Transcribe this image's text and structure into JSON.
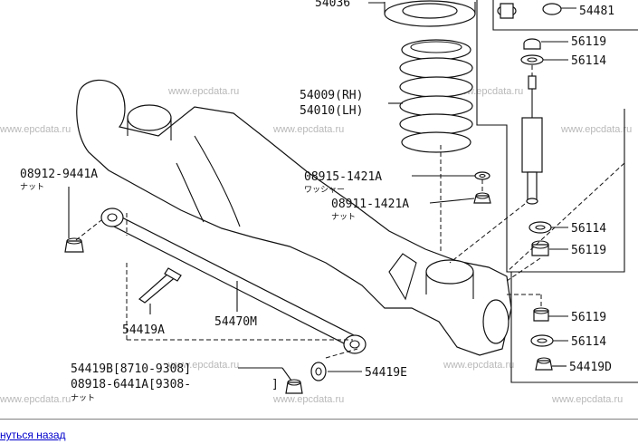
{
  "watermark": "www.epcdata.ru",
  "labels": {
    "p54036": "54036",
    "p54481": "54481",
    "p56119_a": "56119",
    "p56114_a": "56114",
    "p54009": "54009(RH)",
    "p54010": "54010(LH)",
    "p08915": "08915-1421A",
    "p08915_sub": "ワッシャー",
    "p08911": "08911-1421A",
    "p08911_sub": "ナット",
    "p08912": "08912-9441A",
    "p08912_sub": "ナット",
    "p56114_b": "56114",
    "p56119_b": "56119",
    "p56119_c": "56119",
    "p56114_c": "56114",
    "p54419A": "54419A",
    "p54470M": "54470M",
    "p54419B": "54419B[8710-9308]",
    "p08918": "08918-6441A[9308-",
    "p08918_close": "]",
    "p08918_sub": "ナット",
    "p54419E": "54419E",
    "p54419D": "54419D"
  },
  "nav": {
    "back_link": "нуться назад"
  }
}
